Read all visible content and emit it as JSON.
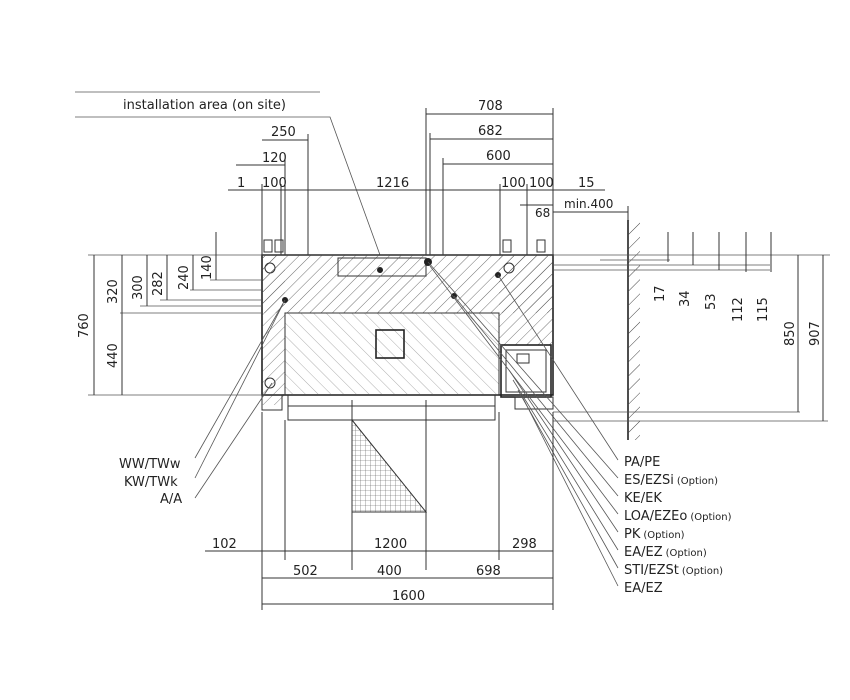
{
  "title": "installation area (on site)",
  "top_dimensions": {
    "d708": "708",
    "d682": "682",
    "d600": "600",
    "d250": "250",
    "d120": "120",
    "d1": "1",
    "d100a": "100",
    "d1216": "1216",
    "d100b": "100",
    "d100c": "100",
    "d15": "15",
    "d68": "68",
    "min400": "min.400"
  },
  "left_dimensions": {
    "d760": "760",
    "d320": "320",
    "d300": "300",
    "d282": "282",
    "d240": "240",
    "d140": "140",
    "d440": "440"
  },
  "right_dimensions": {
    "d17": "17",
    "d34": "34",
    "d53": "53",
    "d112": "112",
    "d115": "115",
    "d850": "850",
    "d907": "907"
  },
  "bottom_dimensions": {
    "d102": "102",
    "d1200": "1200",
    "d298": "298",
    "d502": "502",
    "d400": "400",
    "d698": "698",
    "d1600": "1600"
  },
  "left_labels": [
    "WW/TWw",
    "KW/TWk",
    "A/A"
  ],
  "right_labels": [
    {
      "code": "PA/PE",
      "option": ""
    },
    {
      "code": "ES/EZSi",
      "option": "(Option)"
    },
    {
      "code": "KE/EK",
      "option": ""
    },
    {
      "code": "LOA/EZEo",
      "option": "(Option)"
    },
    {
      "code": "PK",
      "option": "(Option)"
    },
    {
      "code": "EA/EZ",
      "option": "(Option)"
    },
    {
      "code": "STI/EZSt",
      "option": "(Option)"
    },
    {
      "code": "EA/EZ",
      "option": ""
    }
  ]
}
